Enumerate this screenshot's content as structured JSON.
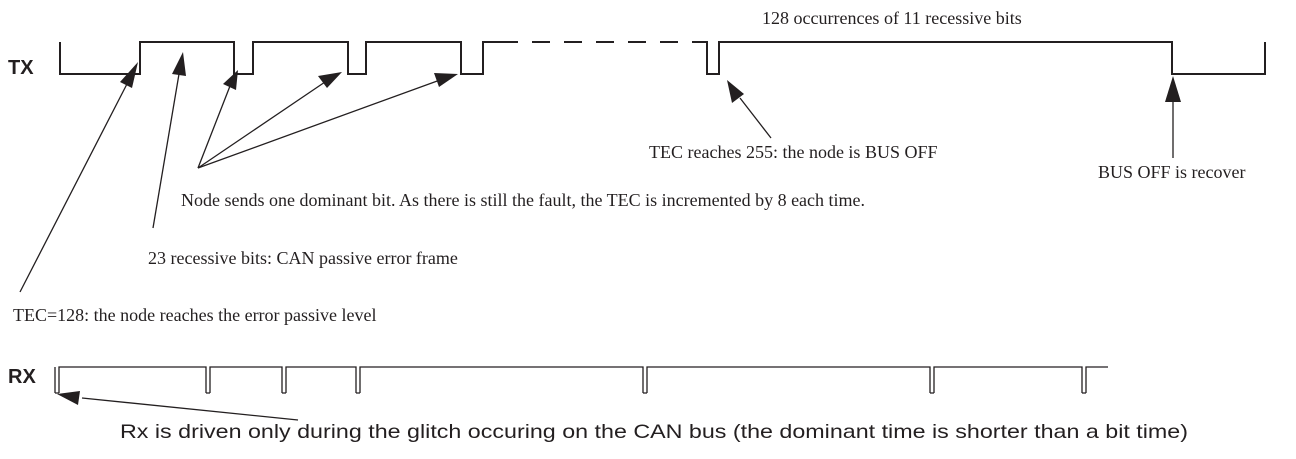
{
  "tx_label": "TX",
  "rx_label": "RX",
  "annotations": {
    "recessive_128": "128 occurrences of 11 recessive bits",
    "tec_255": "TEC reaches 255: the node is BUS OFF",
    "bus_off_recover": "BUS OFF is recover",
    "dominant_bit": "Node sends one dominant bit. As there is still the fault, the TEC is incremented by 8 each time.",
    "recessive_23": "23 recessive bits: CAN passive error frame",
    "tec_128": "TEC=128: the node reaches the error passive level",
    "rx_driven": "Rx is driven only during the glitch occuring on the CAN bus (the dominant time is shorter than a bit time)"
  }
}
